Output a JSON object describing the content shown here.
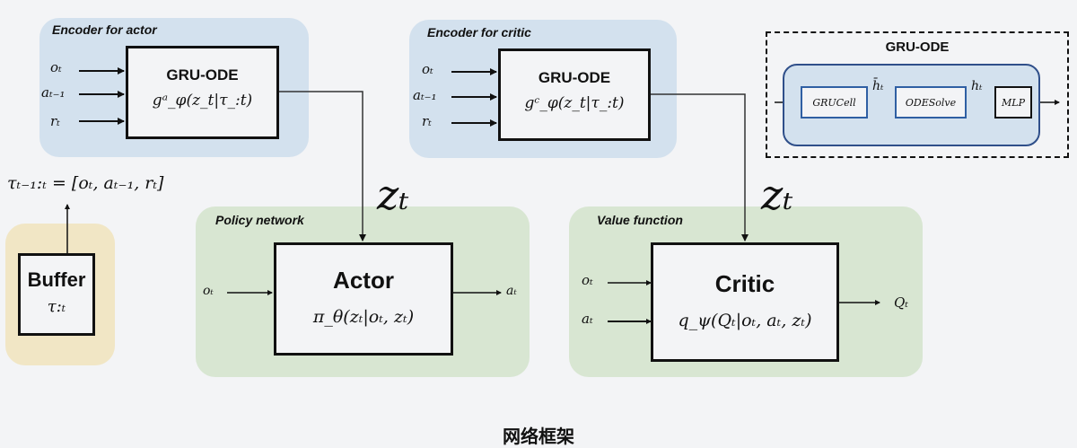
{
  "encoder_actor": {
    "label": "Encoder for actor",
    "box_title": "GRU-ODE",
    "box_formula": "g_φ^a(z_t | τ_{:t})",
    "box_formula_display": "gᵃ_φ(z_t|τ_:t)",
    "inputs": [
      "o_t",
      "a_{t−1}",
      "r_t"
    ],
    "inputs_display": [
      "oₜ",
      "aₜ₋₁",
      "rₜ"
    ]
  },
  "encoder_critic": {
    "label": "Encoder for critic",
    "box_title": "GRU-ODE",
    "box_formula": "g_φ^c(z_t | τ_{:t})",
    "box_formula_display": "gᶜ_φ(z_t|τ_:t)",
    "inputs": [
      "o_t",
      "a_{t−1}",
      "r_t"
    ],
    "inputs_display": [
      "oₜ",
      "aₜ₋₁",
      "rₜ"
    ]
  },
  "gru_ode_detail": {
    "title": "GRU-ODE",
    "blocks": [
      "GRUCell",
      "ODESolve",
      "MLP"
    ],
    "edge_labels": [
      "h̄ₜ",
      "hₜ"
    ]
  },
  "trajectory": {
    "formula": "τ_{t−1:t} = [o_t, a_{t−1}, r_t]",
    "display": "τₜ₋₁:ₜ = [oₜ, aₜ₋₁, rₜ]"
  },
  "buffer": {
    "title": "Buffer",
    "formula": "τ_{:t}",
    "display": "τ:ₜ"
  },
  "latent_labels": [
    "zₜ",
    "zₜ"
  ],
  "policy": {
    "label": "Policy network",
    "box_title": "Actor",
    "box_formula": "π_θ(z_t | o_t, z_t)",
    "box_formula_display": "π_θ(zₜ|oₜ, zₜ)",
    "input": "oₜ",
    "output": "aₜ"
  },
  "value": {
    "label": "Value function",
    "box_title": "Critic",
    "box_formula": "q_ψ(Q_t | o_t, a_t, z_t)",
    "box_formula_display": "q_ψ(Qₜ|oₜ, aₜ, zₜ)",
    "inputs": [
      "oₜ",
      "aₜ"
    ],
    "output": "Qₜ"
  },
  "caption": "网络框架"
}
